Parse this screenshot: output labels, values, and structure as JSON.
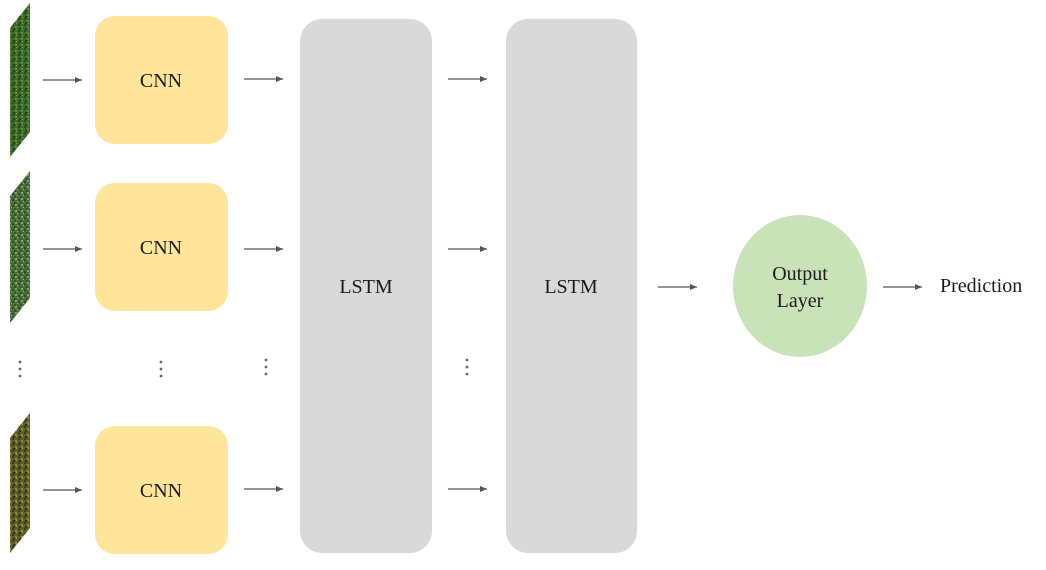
{
  "diagram": {
    "cnn_label": "CNN",
    "lstm1_label": "LSTM",
    "lstm2_label": "LSTM",
    "output_label_line1": "Output",
    "output_label_line2": "Layer",
    "prediction_label": "Prediction"
  },
  "colors": {
    "cnn_fill": "#ffe599",
    "lstm_fill": "#d9d9d9",
    "output_fill": "#c9e3b8",
    "arrow": "#555555",
    "dots": "#666666",
    "image_1": "#3d6b2c",
    "image_2": "#4a6e3a",
    "image_3": "#5d5e2a"
  }
}
